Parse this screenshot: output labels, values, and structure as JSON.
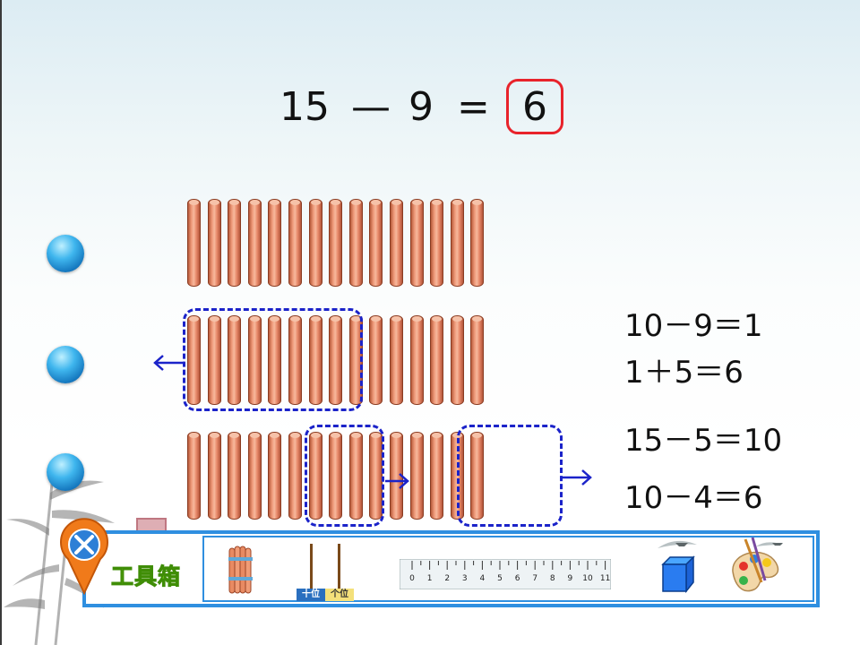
{
  "equation": {
    "minuend": "15",
    "operator": "—",
    "subtrahend": "9",
    "equals": "=",
    "answer": "6"
  },
  "sticks": {
    "count_per_row": 15
  },
  "calc_group_1": {
    "line1": "10－9＝1",
    "line2": "1＋5＝6"
  },
  "calc_group_2": {
    "line1": "15－5＝10",
    "line2": "10－4＝6"
  },
  "toolbox": {
    "label": "工具箱",
    "abacus_labels": {
      "tens": "十位",
      "ones": "个位"
    },
    "ruler_numbers": [
      "0",
      "1",
      "2",
      "3",
      "4",
      "5",
      "6",
      "7",
      "8",
      "9",
      "10",
      "11"
    ]
  },
  "colors": {
    "answer_border": "#e8232b",
    "dash_box": "#1b23c9",
    "toolbox_border": "#2f8fe0",
    "toolbox_label": "#7fd11a"
  },
  "icons": [
    "blue-bullet-icon",
    "tools-pin-icon",
    "stamp-icon",
    "stick-bundle-icon",
    "abacus-icon",
    "ruler-icon",
    "blue-cube-icon",
    "paint-palette-icon",
    "boat-scenery-icon"
  ]
}
